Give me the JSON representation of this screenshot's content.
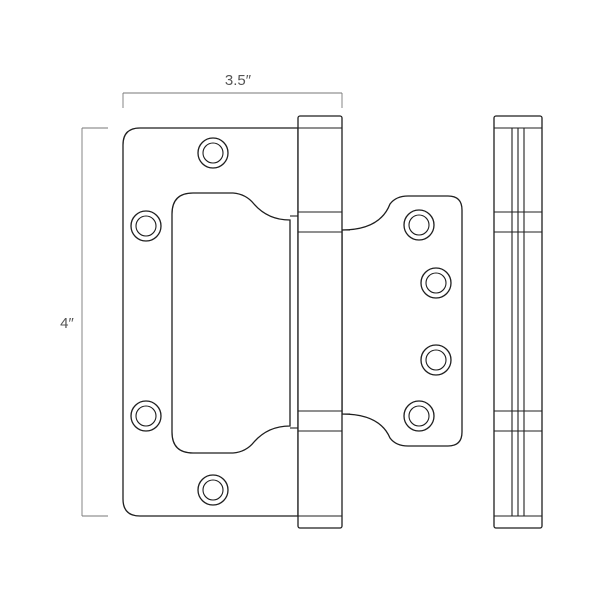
{
  "dimensions": {
    "width_label": "3.5″",
    "height_label": "4″"
  },
  "colors": {
    "line": "#1f1f1f",
    "dimension_line": "#777777",
    "label": "#555555",
    "background": "#ffffff"
  },
  "views": [
    "front-view",
    "side-view"
  ]
}
